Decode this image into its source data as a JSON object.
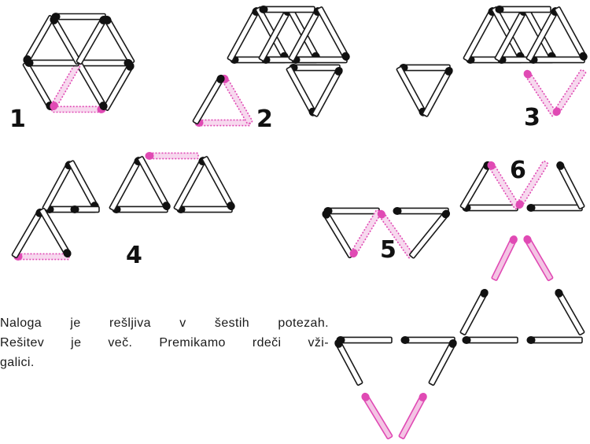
{
  "figure": {
    "step_labels": [
      "1",
      "2",
      "3",
      "4",
      "5",
      "6"
    ],
    "caption_lines": [
      "Naloga je rešljiva v šestih potezah.",
      "Rešitev je več. Premikamo rdeči vži-",
      "galici."
    ]
  },
  "colors": {
    "match_outline": "#1a1a1a",
    "match_head": "#111111",
    "moved_match": "#e04ab4",
    "moved_match_fill": "#f7d8ee",
    "final_match_fill": "#f4c4e4",
    "background": "#ffffff"
  }
}
